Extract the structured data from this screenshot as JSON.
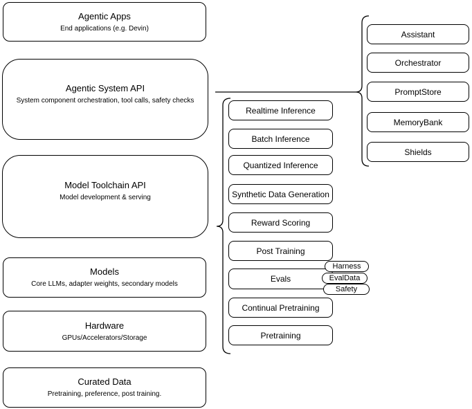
{
  "canvas": {
    "background": "#ffffff",
    "stroke_color": "#000000",
    "fill_color": "#ffffff"
  },
  "left_stack": [
    {
      "title": "Agentic Apps",
      "subtitle": "End applications (e.g. Devin)"
    },
    {
      "title": "Agentic System API",
      "subtitle": "System component orchestration, tool calls, safety checks"
    },
    {
      "title": "Model Toolchain API",
      "subtitle": "Model development & serving"
    },
    {
      "title": "Models",
      "subtitle": "Core LLMs, adapter weights, secondary models"
    },
    {
      "title": "Hardware",
      "subtitle": "GPUs/Accelerators/Storage"
    },
    {
      "title": "Curated Data",
      "subtitle": "Pretraining, preference, post training."
    }
  ],
  "toolchain_group": {
    "items": [
      {
        "label": "Realtime Inference"
      },
      {
        "label": "Batch Inference"
      },
      {
        "label": "Quantized Inference"
      },
      {
        "label": "Synthetic Data Generation"
      },
      {
        "label": "Reward Scoring"
      },
      {
        "label": "Post Training"
      },
      {
        "label": "Evals"
      },
      {
        "label": "Continual Pretraining"
      },
      {
        "label": "Pretraining"
      }
    ],
    "evals_tags": [
      {
        "label": "Harness"
      },
      {
        "label": "EvalData"
      },
      {
        "label": "Safety"
      }
    ]
  },
  "system_group": {
    "items": [
      {
        "label": "Assistant"
      },
      {
        "label": "Orchestrator"
      },
      {
        "label": "PromptStore"
      },
      {
        "label": "MemoryBank"
      },
      {
        "label": "Shields"
      }
    ]
  }
}
